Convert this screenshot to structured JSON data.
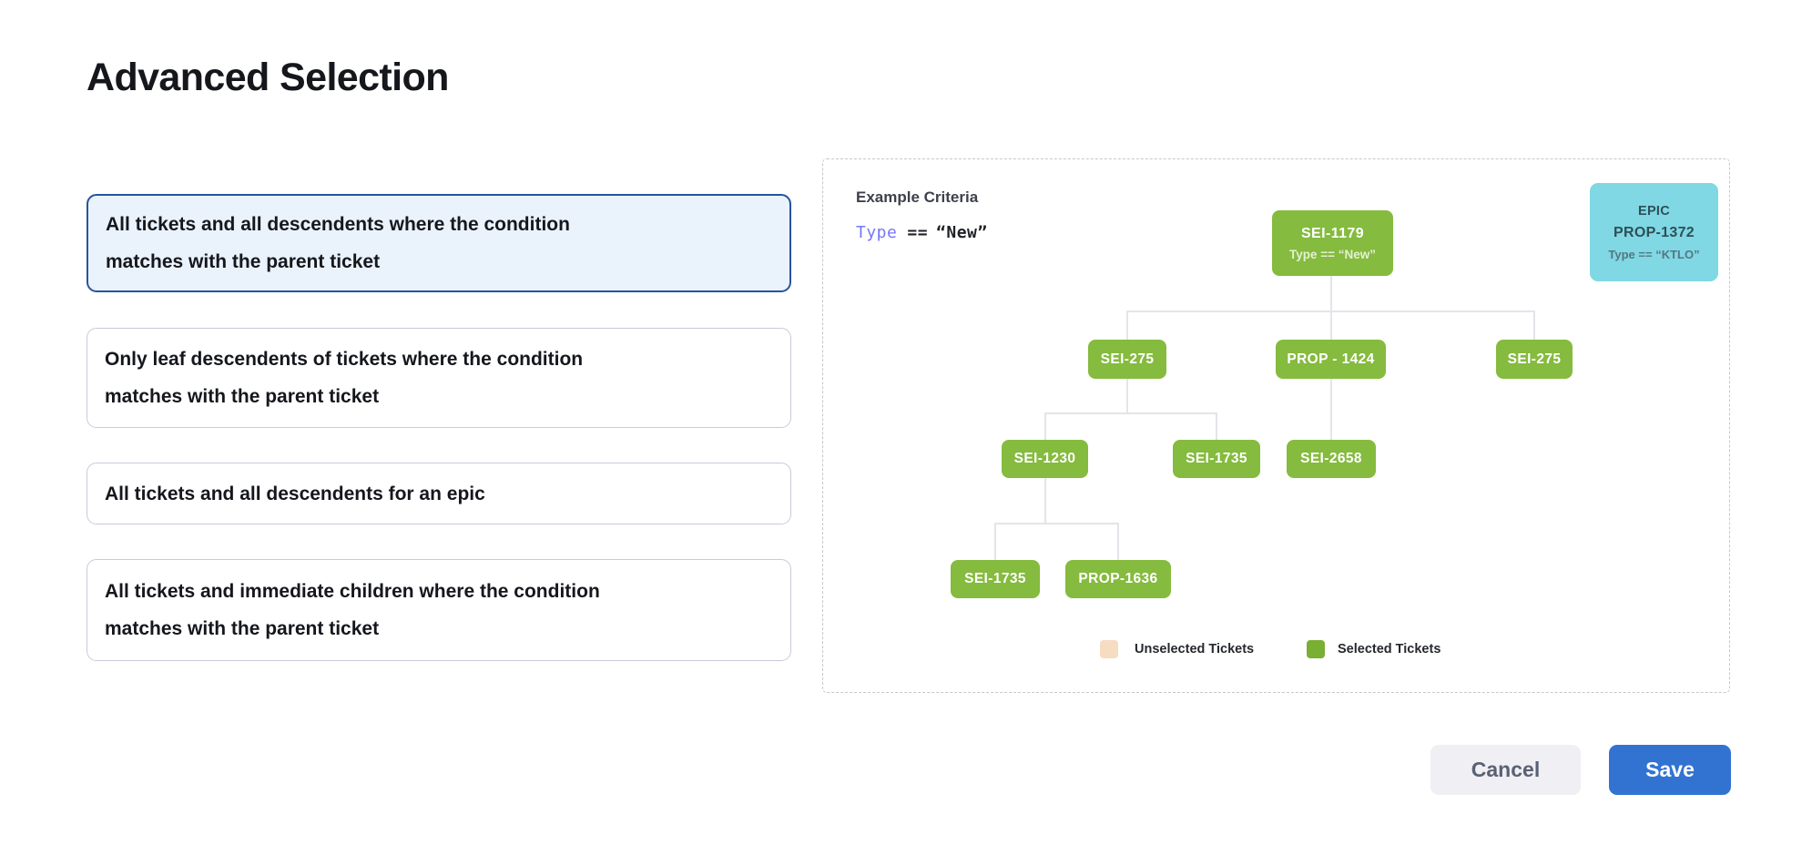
{
  "page": {
    "title": "Advanced Selection"
  },
  "options": [
    {
      "label": "All tickets and all descendents where the condition matches with the parent ticket",
      "lines": [
        "All tickets and all descendents where the condition",
        "matches with the parent ticket"
      ],
      "selected": true
    },
    {
      "label": "Only leaf descendents of tickets where the condition matches with the parent ticket",
      "lines": [
        "Only leaf descendents of tickets where the condition",
        "matches with the parent ticket"
      ],
      "selected": false
    },
    {
      "label": "All tickets and all descendents for an epic",
      "lines": [
        "All tickets and all descendents for an epic"
      ],
      "selected": false
    },
    {
      "label": "All tickets and immediate children where the condition matches with the parent ticket",
      "lines": [
        "All tickets and immediate children where the condition",
        "matches with the parent ticket"
      ],
      "selected": false
    }
  ],
  "diagram": {
    "criteria_label": "Example Criteria",
    "criteria": {
      "field": "Type",
      "operator": "==",
      "value": "“New”"
    },
    "epic_card": {
      "type_label": "EPIC",
      "ticket_id": "PROP-1372",
      "condition": "Type == “KTLO”"
    },
    "nodes": {
      "root": {
        "label": "SEI-1179",
        "condition": "Type == “New”"
      },
      "l2a": {
        "label": "SEI-275"
      },
      "l2b": {
        "label": "PROP - 1424"
      },
      "l2c": {
        "label": "SEI-275"
      },
      "l3a": {
        "label": "SEI-1230"
      },
      "l3b": {
        "label": "SEI-1735"
      },
      "l3c": {
        "label": "SEI-2658"
      },
      "l4a": {
        "label": "SEI-1735"
      },
      "l4b": {
        "label": "PROP-1636"
      }
    },
    "legend": [
      {
        "label": "Unselected Tickets",
        "color": "#F6DCC1"
      },
      {
        "label": "Selected Tickets",
        "color": "#79AF33"
      }
    ]
  },
  "footer": {
    "cancel_label": "Cancel",
    "save_label": "Save"
  },
  "colors": {
    "selected_node_green": "#85BB3E",
    "epic_card_cyan": "#7FD8E3",
    "selected_option_border": "#27539F",
    "selected_option_bg": "#EAF3FB",
    "save_button_blue": "#3273D2",
    "criteria_field_purple": "#7678F6",
    "connector_gray": "#E4E4EA"
  }
}
